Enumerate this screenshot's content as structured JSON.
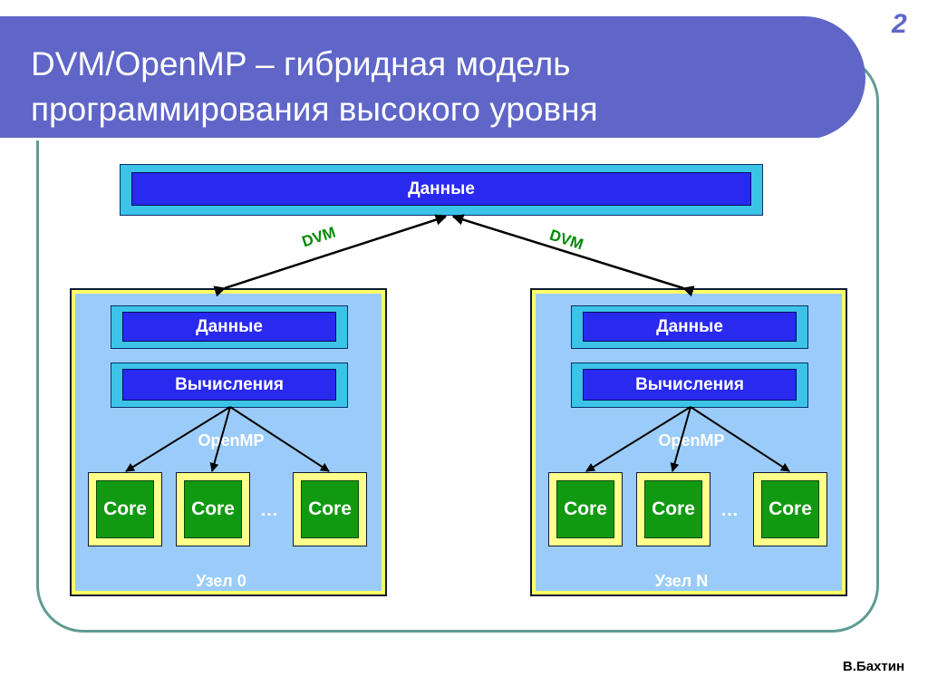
{
  "title": {
    "line1": "DVM/OpenMP – гибридная модель",
    "line2": "программирования высокого уровня"
  },
  "slide_number": "2",
  "author": "В.Бахтин",
  "top_block": {
    "label": "Данные"
  },
  "dvm_labels": {
    "left": "DVM",
    "right": "DVM"
  },
  "nodes": [
    {
      "data_label": "Данные",
      "compute_label": "Вычисления",
      "openmp_label": "OpenMP",
      "cores": [
        "Core",
        "Core",
        "Core"
      ],
      "ellipsis": "…",
      "node_label": "Узел 0"
    },
    {
      "data_label": "Данные",
      "compute_label": "Вычисления",
      "openmp_label": "OpenMP",
      "cores": [
        "Core",
        "Core",
        "Core"
      ],
      "ellipsis": "…",
      "node_label": "Узел N"
    }
  ],
  "colors": {
    "title_bar": "#5f66c7",
    "frame": "#5f9c93",
    "block_outer": "#3cc4e8",
    "block_inner": "#2929f0",
    "node_fill": "#9bccf9",
    "node_border": "#ffff66",
    "core_fill": "#129912",
    "dvm_text": "#008a00"
  }
}
